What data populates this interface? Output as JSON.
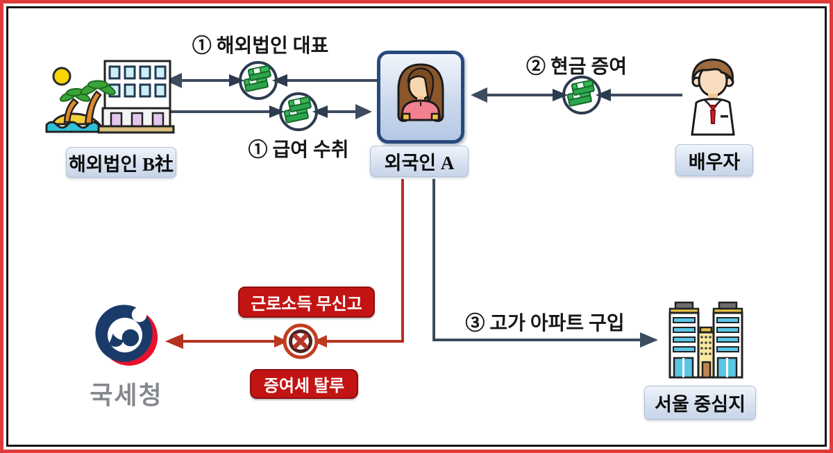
{
  "nodes": {
    "overseas_corp": {
      "label": "해외법인 B社",
      "icon": "palm-island-building-icon"
    },
    "foreigner_a": {
      "label": "외국인 A",
      "icon": "woman-avatar-icon"
    },
    "spouse": {
      "label": "배우자",
      "icon": "man-avatar-icon"
    },
    "nts": {
      "label": "국세청",
      "icon": "nts-emblem-icon"
    },
    "seoul": {
      "label": "서울 중심지",
      "icon": "apartment-buildings-icon"
    }
  },
  "flows": {
    "overseas_rep": {
      "label": "① 해외법인 대표",
      "icon": "money-icon"
    },
    "salary": {
      "label": "① 급여 수취",
      "icon": "money-icon"
    },
    "cash_gift": {
      "label": "② 현금 증여",
      "icon": "money-icon"
    },
    "apartment_purchase": {
      "label": "③ 고가 아파트 구입"
    }
  },
  "violations": {
    "earned_income": {
      "label": "근로소득 무신고"
    },
    "gift_tax": {
      "label": "증여세 탈루"
    },
    "icon": "blocked-icon"
  },
  "colors": {
    "frame_outer": "#df3b3b",
    "frame_inner": "#151515",
    "arrow": "#3c4b5e",
    "violation_line": "#b5321f",
    "badge_background": "#c31414",
    "node_box_border": "#27497e",
    "label_box_background": "#d7e1f0",
    "money_green": "#2da44e",
    "nts_navy": "#1a3b69",
    "nts_red": "#e8112d"
  }
}
